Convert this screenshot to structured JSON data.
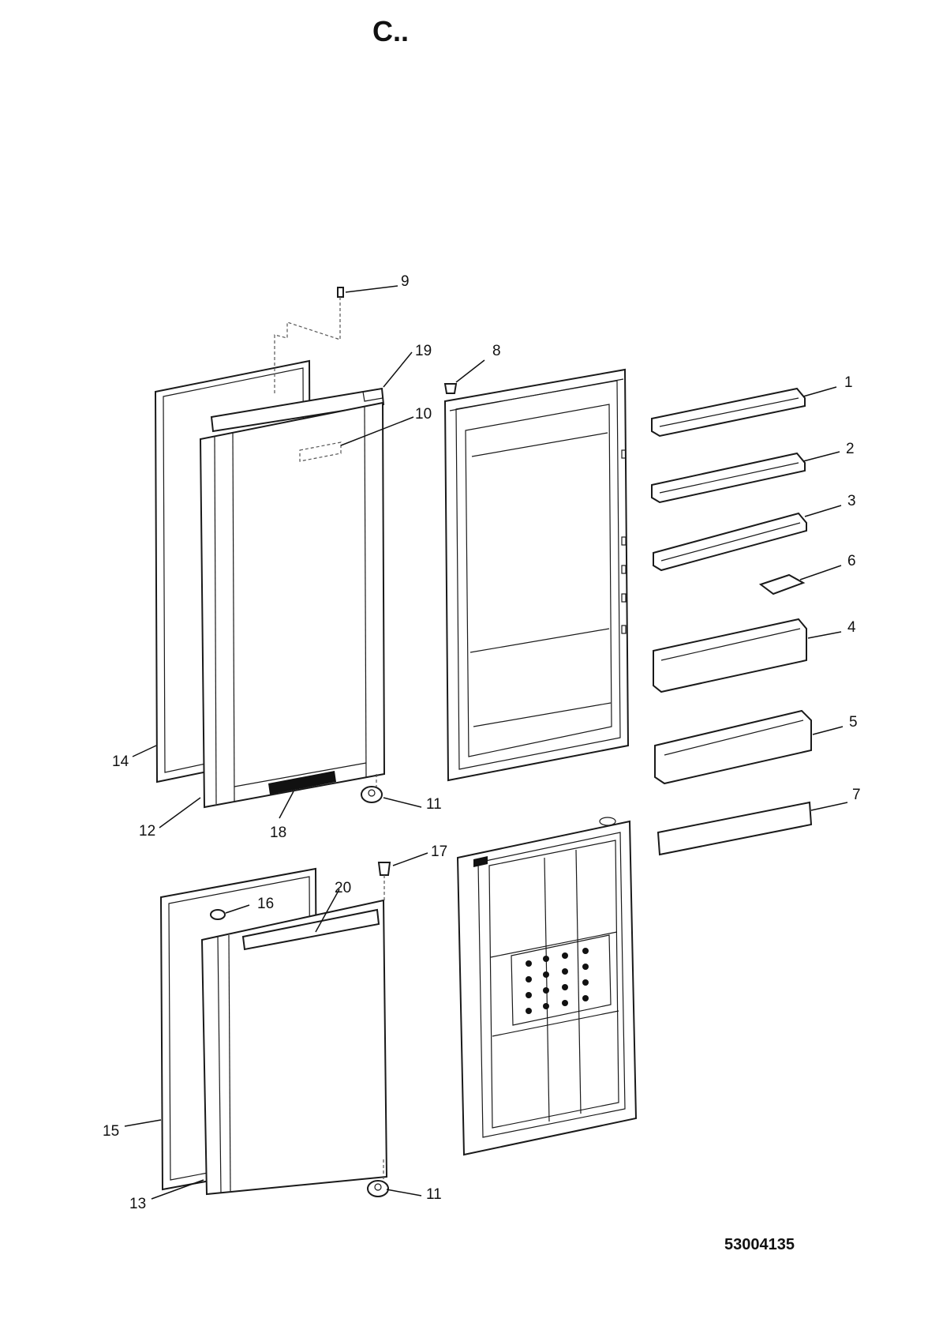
{
  "header": {
    "title": "C.."
  },
  "footer": {
    "drawing_code": "53004135"
  },
  "callouts": [
    {
      "id": "c1",
      "label": "1"
    },
    {
      "id": "c2",
      "label": "2"
    },
    {
      "id": "c3",
      "label": "3"
    },
    {
      "id": "c6",
      "label": "6"
    },
    {
      "id": "c4",
      "label": "4"
    },
    {
      "id": "c5",
      "label": "5"
    },
    {
      "id": "c7",
      "label": "7"
    },
    {
      "id": "c8",
      "label": "8"
    },
    {
      "id": "c9",
      "label": "9"
    },
    {
      "id": "c19",
      "label": "19"
    },
    {
      "id": "c10",
      "label": "10"
    },
    {
      "id": "c14",
      "label": "14"
    },
    {
      "id": "c12",
      "label": "12"
    },
    {
      "id": "c18",
      "label": "18"
    },
    {
      "id": "c11a",
      "label": "11"
    },
    {
      "id": "c17",
      "label": "17"
    },
    {
      "id": "c16",
      "label": "16"
    },
    {
      "id": "c20",
      "label": "20"
    },
    {
      "id": "c15",
      "label": "15"
    },
    {
      "id": "c13",
      "label": "13"
    },
    {
      "id": "c11b",
      "label": "11"
    }
  ]
}
